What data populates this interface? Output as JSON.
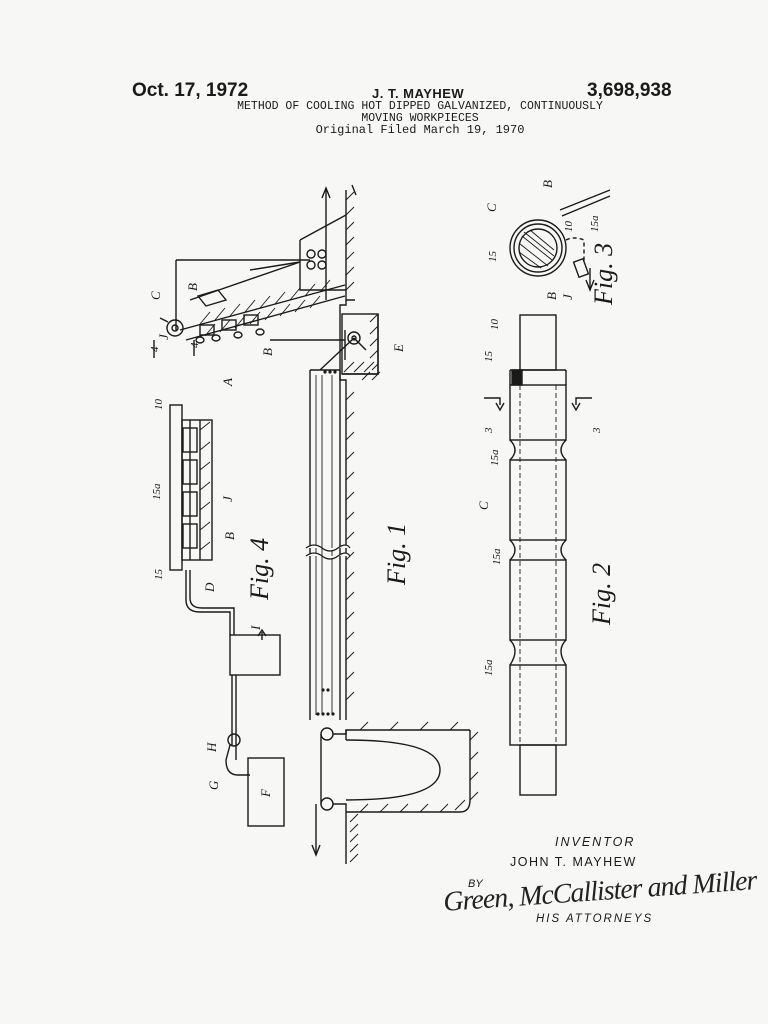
{
  "header": {
    "date": "Oct. 17, 1972",
    "inventor_header": "J. T. MAYHEW",
    "patent_number": "3,698,938",
    "title_line1": "METHOD OF COOLING HOT DIPPED GALVANIZED, CONTINUOUSLY",
    "title_line2": "MOVING WORKPIECES",
    "filed": "Original Filed March 19, 1970"
  },
  "figures": {
    "fig1": "Fig. 1",
    "fig2": "Fig. 2",
    "fig3": "Fig. 3",
    "fig4": "Fig. 4"
  },
  "labels": {
    "A": "A",
    "B": "B",
    "C": "C",
    "D": "D",
    "E": "E",
    "F": "F",
    "G": "G",
    "H": "H",
    "I": "I",
    "J": "J",
    "ten": "10",
    "fifteen": "15",
    "fifteen_a": "15a",
    "three": "3",
    "four": "4"
  },
  "footer": {
    "inventor_label": "INVENTOR",
    "inventor_name": "JOHN T. MAYHEW",
    "by": "BY",
    "signature": "Green, McCallister and Miller",
    "attorneys": "HIS ATTORNEYS"
  }
}
